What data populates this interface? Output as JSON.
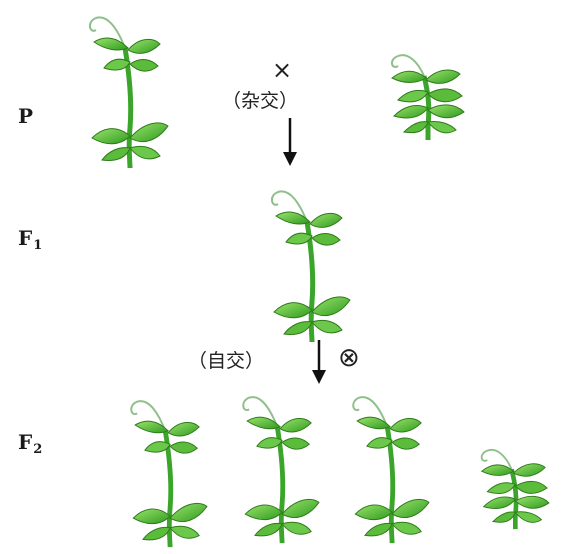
{
  "generations": {
    "p": "P",
    "f1_letter": "F",
    "f1_sub": "1",
    "f2_letter": "F",
    "f2_sub": "2"
  },
  "crosses": {
    "cross_symbol": "×",
    "hybrid_label": "（杂交）",
    "self_label": "（自交）",
    "self_symbol": "⊗"
  },
  "colors": {
    "leaf_dark": "#2f9a1e",
    "leaf_light": "#7ed957",
    "stem": "#3aa52a",
    "tendril": "#8fbf8a"
  },
  "plants": {
    "p_left": "tall",
    "p_right": "dwarf",
    "f1": "tall",
    "f2": [
      "tall",
      "tall",
      "tall",
      "dwarf"
    ]
  }
}
